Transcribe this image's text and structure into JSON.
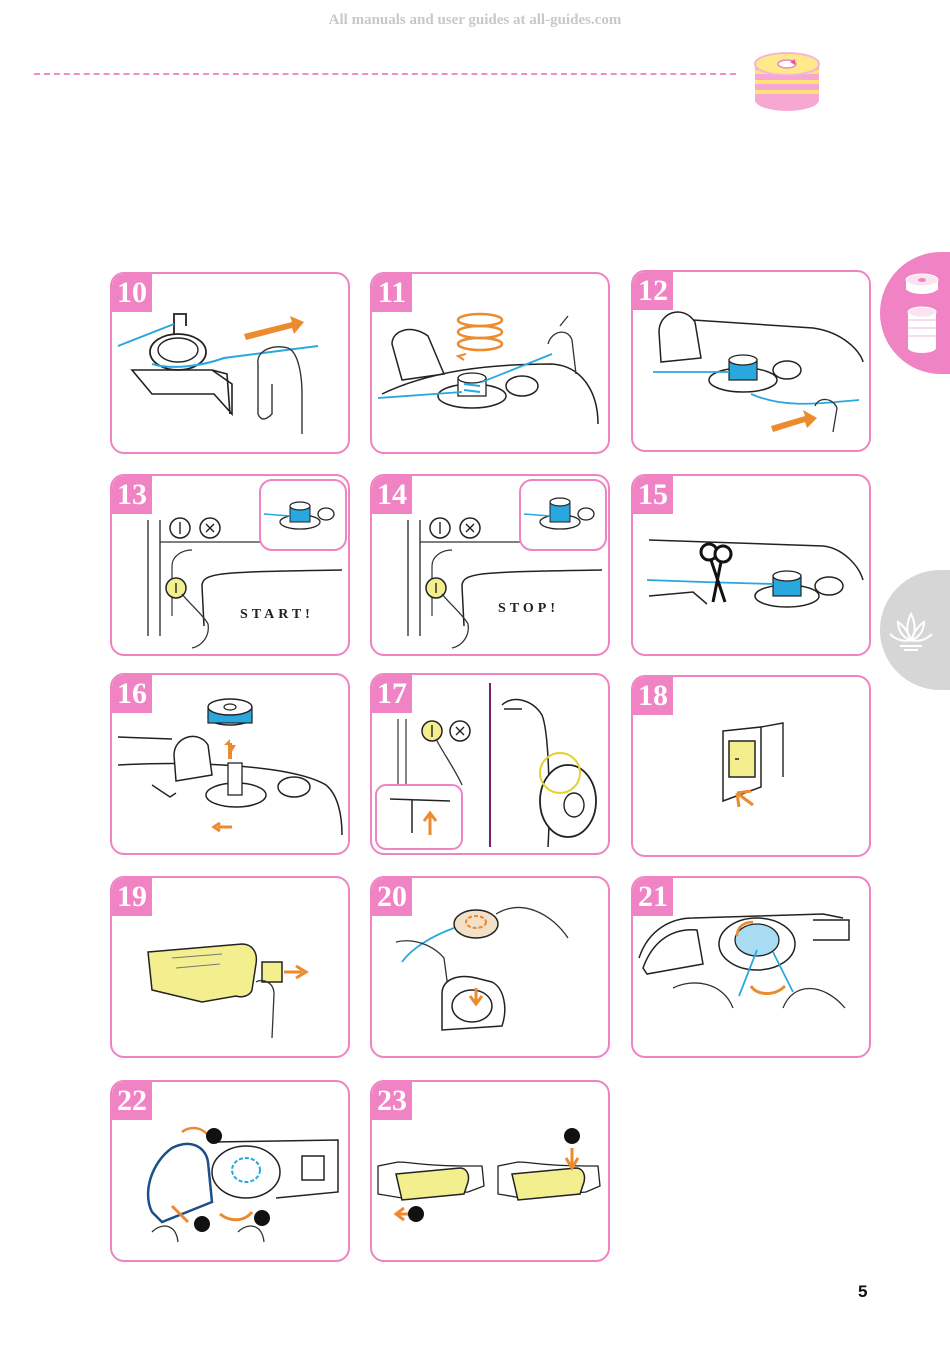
{
  "header": {
    "watermark": "All manuals and user guides at all-guides.com"
  },
  "colors": {
    "accent": "#ef83c4",
    "thread": "#29a8e0",
    "arrow": "#ec8a2e",
    "yellow": "#f3ee8e"
  },
  "steps": [
    {
      "number": "10"
    },
    {
      "number": "11"
    },
    {
      "number": "12"
    },
    {
      "number": "13",
      "label": "START!"
    },
    {
      "number": "14",
      "label": "STOP!"
    },
    {
      "number": "15"
    },
    {
      "number": "16"
    },
    {
      "number": "17"
    },
    {
      "number": "18"
    },
    {
      "number": "19"
    },
    {
      "number": "20"
    },
    {
      "number": "21"
    },
    {
      "number": "22"
    },
    {
      "number": "23"
    }
  ],
  "page": {
    "number": "5"
  }
}
